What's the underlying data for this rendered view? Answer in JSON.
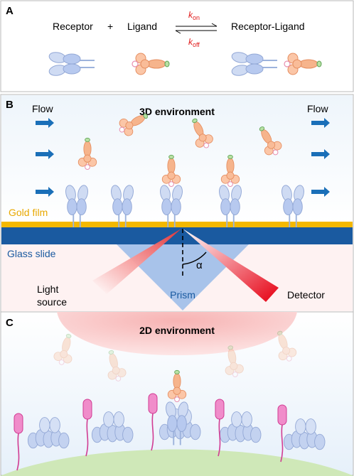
{
  "panel_a": {
    "letter": "A",
    "receptor": "Receptor",
    "plus": "+",
    "ligand": "Ligand",
    "k": "k",
    "on": "on",
    "off": "off",
    "complex": "Receptor-Ligand"
  },
  "panel_b": {
    "letter": "B",
    "title": "3D environment",
    "flow_left": "Flow",
    "flow_right": "Flow",
    "gold_film": "Gold film",
    "glass_slide": "Glass slide",
    "prism": "Prism",
    "angle": "α",
    "light_source_line1": "Light",
    "light_source_line2": "source",
    "detector": "Detector"
  },
  "panel_c": {
    "letter": "C",
    "title": "2D environment"
  },
  "colors": {
    "receptor": "#a9bfe9",
    "ligand": "#f4ad84",
    "tag_green": "#7cc47a",
    "gold": "#f4b800",
    "glass": "#1a5aa0",
    "laser": "#e8202a",
    "membrane_pink": "#e85cae"
  }
}
